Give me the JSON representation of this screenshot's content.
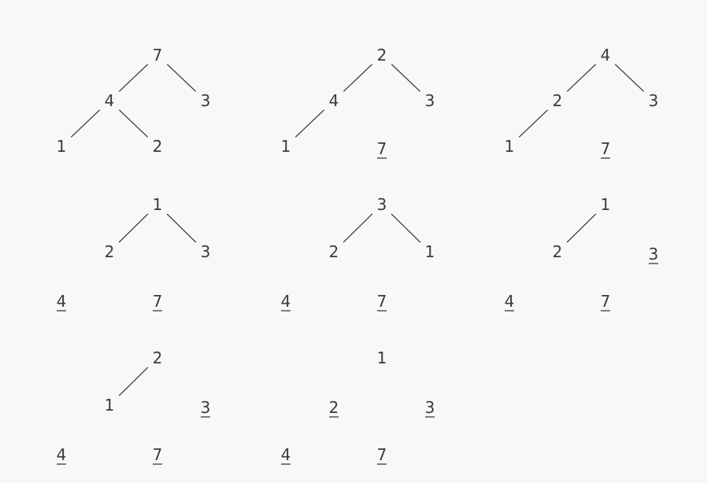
{
  "steps": [
    {
      "nodes": [
        {
          "value": "7",
          "sorted": false
        },
        {
          "value": "4",
          "sorted": false
        },
        {
          "value": "3",
          "sorted": false
        },
        {
          "value": "1",
          "sorted": false
        },
        {
          "value": "2",
          "sorted": false
        }
      ],
      "edges": [
        [
          0,
          1
        ],
        [
          0,
          2
        ],
        [
          1,
          3
        ],
        [
          1,
          4
        ]
      ]
    },
    {
      "nodes": [
        {
          "value": "2",
          "sorted": false
        },
        {
          "value": "4",
          "sorted": false
        },
        {
          "value": "3",
          "sorted": false
        },
        {
          "value": "1",
          "sorted": false
        },
        {
          "value": "7",
          "sorted": true
        }
      ],
      "edges": [
        [
          0,
          1
        ],
        [
          0,
          2
        ],
        [
          1,
          3
        ]
      ]
    },
    {
      "nodes": [
        {
          "value": "4",
          "sorted": false
        },
        {
          "value": "2",
          "sorted": false
        },
        {
          "value": "3",
          "sorted": false
        },
        {
          "value": "1",
          "sorted": false
        },
        {
          "value": "7",
          "sorted": true
        }
      ],
      "edges": [
        [
          0,
          1
        ],
        [
          0,
          2
        ],
        [
          1,
          3
        ]
      ]
    },
    {
      "nodes": [
        {
          "value": "1",
          "sorted": false
        },
        {
          "value": "2",
          "sorted": false
        },
        {
          "value": "3",
          "sorted": false
        },
        {
          "value": "4",
          "sorted": true
        },
        {
          "value": "7",
          "sorted": true
        }
      ],
      "edges": [
        [
          0,
          1
        ],
        [
          0,
          2
        ]
      ]
    },
    {
      "nodes": [
        {
          "value": "3",
          "sorted": false
        },
        {
          "value": "2",
          "sorted": false
        },
        {
          "value": "1",
          "sorted": false
        },
        {
          "value": "4",
          "sorted": true
        },
        {
          "value": "7",
          "sorted": true
        }
      ],
      "edges": [
        [
          0,
          1
        ],
        [
          0,
          2
        ]
      ]
    },
    {
      "nodes": [
        {
          "value": "1",
          "sorted": false
        },
        {
          "value": "2",
          "sorted": false
        },
        {
          "value": "3",
          "sorted": true
        },
        {
          "value": "4",
          "sorted": true
        },
        {
          "value": "7",
          "sorted": true
        }
      ],
      "edges": [
        [
          0,
          1
        ]
      ]
    },
    {
      "nodes": [
        {
          "value": "2",
          "sorted": false
        },
        {
          "value": "1",
          "sorted": false
        },
        {
          "value": "3",
          "sorted": true
        },
        {
          "value": "4",
          "sorted": true
        },
        {
          "value": "7",
          "sorted": true
        }
      ],
      "edges": [
        [
          0,
          1
        ]
      ]
    },
    {
      "nodes": [
        {
          "value": "1",
          "sorted": false
        },
        {
          "value": "2",
          "sorted": true
        },
        {
          "value": "3",
          "sorted": true
        },
        {
          "value": "4",
          "sorted": true
        },
        {
          "value": "7",
          "sorted": true
        }
      ],
      "edges": []
    }
  ],
  "colors": {
    "background": "#f8f8f8",
    "ink": "#3a3a3a"
  }
}
